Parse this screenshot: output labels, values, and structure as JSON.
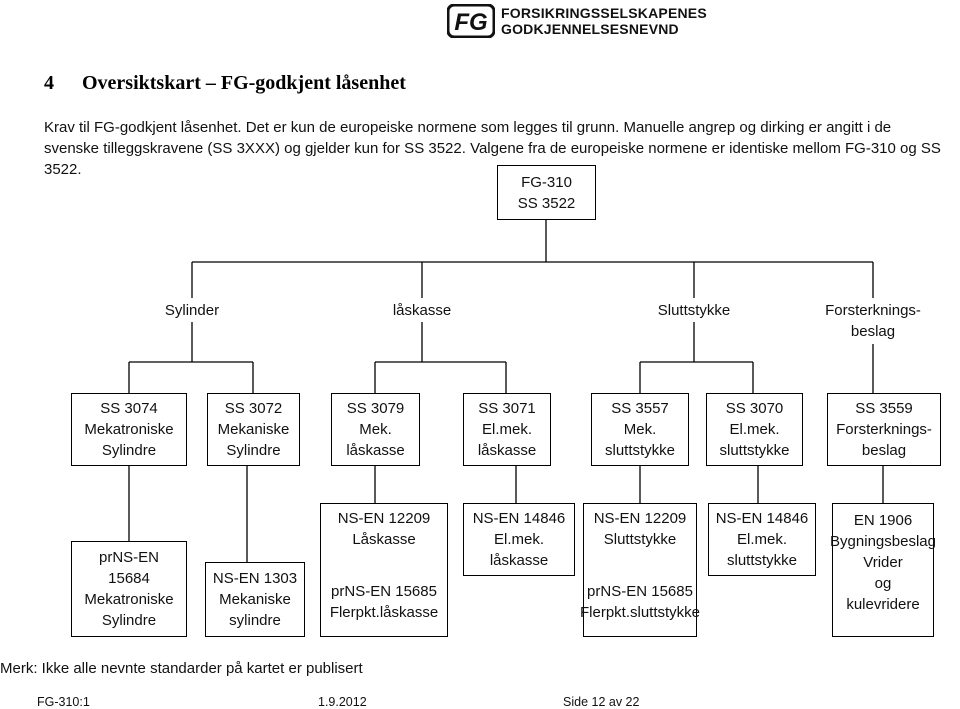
{
  "logo": {
    "name_line1": "FORSIKRINGSSELSKAPENES",
    "name_line2": "GODKJENNELSESNEVND",
    "monogram": "FG"
  },
  "heading": {
    "number": "4",
    "title": "Oversiktskart – FG-godkjent låsenhet"
  },
  "intro_text": "Krav til FG-godkjent låsenhet. Det er kun de europeiske normene som legges til grunn. Manuelle angrep og dirking er angitt i de svenske tilleggskravene (SS 3XXX) og gjelder kun for SS 3522. Valgene fra de europeiske normene er identiske mellom FG-310 og SS 3522.",
  "chart": {
    "root": [
      "FG-310",
      "SS 3522"
    ],
    "categories": [
      [
        "Sylinder"
      ],
      [
        "låskasse"
      ],
      [
        "Sluttstykke"
      ],
      [
        "Forsterknings-",
        "beslag"
      ]
    ],
    "level2": [
      [
        "SS 3074",
        "Mekatroniske",
        "Sylindre"
      ],
      [
        "SS 3072",
        "Mekaniske",
        "Sylindre"
      ],
      [
        "SS 3079",
        "Mek.",
        "låskasse"
      ],
      [
        "SS 3071",
        "El.mek.",
        "låskasse"
      ],
      [
        "SS 3557",
        "Mek.",
        "sluttstykke"
      ],
      [
        "SS 3070",
        "El.mek.",
        "sluttstykke"
      ],
      [
        "SS 3559",
        "Forsterknings-",
        "beslag"
      ]
    ],
    "level3": [
      [
        "prNS-EN",
        "15684",
        "Mekatroniske",
        "Sylindre"
      ],
      [
        "NS-EN 1303",
        "Mekaniske",
        "sylindre"
      ],
      [
        "NS-EN 12209",
        "Låskasse",
        "",
        "prNS-EN 15685",
        "Flerpkt.låskasse"
      ],
      [
        "NS-EN 14846",
        "El.mek.",
        "låskasse"
      ],
      [
        "NS-EN 12209",
        "Sluttstykke",
        "",
        "prNS-EN 15685",
        "Flerpkt.sluttstykke"
      ],
      [
        "NS-EN 14846",
        "El.mek.",
        "sluttstykke"
      ],
      [
        "EN 1906",
        "Bygningsbeslag",
        "Vrider",
        "og",
        "kulevridere"
      ]
    ]
  },
  "note": "Merk: Ikke alle nevnte standarder på kartet er publisert",
  "footer": {
    "doc_id": "FG-310:1",
    "date": "1.9.2012",
    "page": "Side 12 av 22"
  }
}
